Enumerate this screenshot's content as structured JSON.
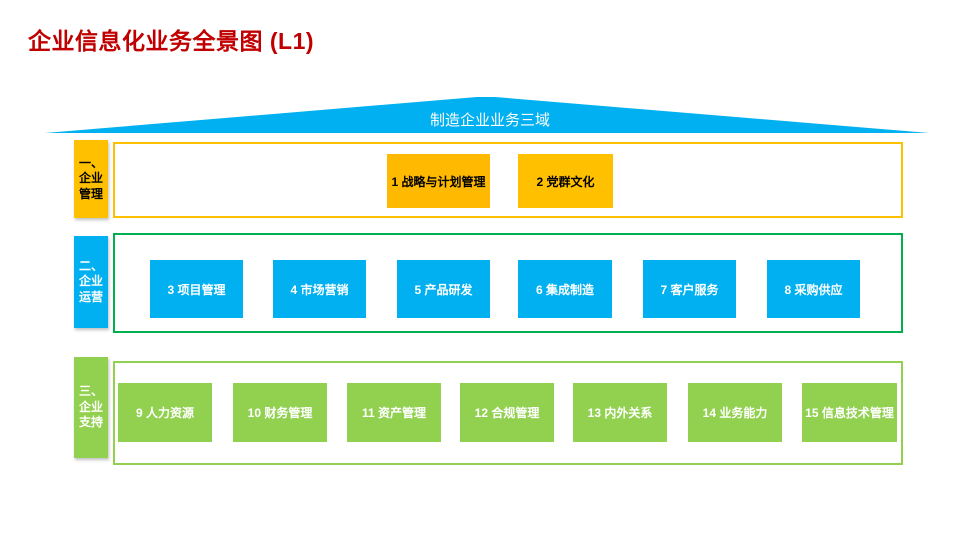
{
  "slide": {
    "title": "企业信息化业务全景图 (L1)"
  },
  "roof": {
    "label": "制造企业业务三域",
    "color": "#00B0F0"
  },
  "colors": {
    "title_red": "#C00000",
    "blue": "#00B0F0",
    "gold": "#FFC000",
    "amber": "#FFB900",
    "green": "#92D050",
    "green_border": "#00B050",
    "white": "#FFFFFF",
    "black": "#000000"
  },
  "rows": [
    {
      "name": "企业管理",
      "label_lines": [
        "一、",
        "企业",
        "管理"
      ],
      "label_bg": "#FFC000",
      "label_text_color": "#000000",
      "frame_border_color": "#FFC000",
      "boxes": [
        {
          "text": "1 战略与计划管理",
          "bg": "#FFB900",
          "text_color": "#000000"
        },
        {
          "text": "2 党群文化",
          "bg": "#FFC000",
          "text_color": "#000000"
        }
      ]
    },
    {
      "name": "企业运营",
      "label_lines": [
        "二、",
        "企业",
        "运营"
      ],
      "label_bg": "#00B0F0",
      "label_text_color": "#FFFFFF",
      "frame_border_color": "#00B050",
      "boxes": [
        {
          "text": "3 项目管理",
          "bg": "#00B0F0",
          "text_color": "#FFFFFF"
        },
        {
          "text": "4 市场营销",
          "bg": "#00B0F0",
          "text_color": "#FFFFFF"
        },
        {
          "text": "5 产品研发",
          "bg": "#00B0F0",
          "text_color": "#FFFFFF"
        },
        {
          "text": "6 集成制造",
          "bg": "#00B0F0",
          "text_color": "#FFFFFF"
        },
        {
          "text": "7 客户服务",
          "bg": "#00B0F0",
          "text_color": "#FFFFFF"
        },
        {
          "text": "8 采购供应",
          "bg": "#00B0F0",
          "text_color": "#FFFFFF"
        }
      ]
    },
    {
      "name": "企业支持",
      "label_lines": [
        "三、",
        "企业",
        "支持"
      ],
      "label_bg": "#92D050",
      "label_text_color": "#FFFFFF",
      "frame_border_color": "#92D050",
      "boxes": [
        {
          "text": "9 人力资源",
          "bg": "#92D050",
          "text_color": "#FFFFFF"
        },
        {
          "text": "10 财务管理",
          "bg": "#92D050",
          "text_color": "#FFFFFF"
        },
        {
          "text": "11 资产管理",
          "bg": "#92D050",
          "text_color": "#FFFFFF"
        },
        {
          "text": "12 合规管理",
          "bg": "#92D050",
          "text_color": "#FFFFFF"
        },
        {
          "text": "13 内外关系",
          "bg": "#92D050",
          "text_color": "#FFFFFF"
        },
        {
          "text": "14 业务能力",
          "bg": "#92D050",
          "text_color": "#FFFFFF"
        },
        {
          "text": "15 信息技术管理",
          "bg": "#92D050",
          "text_color": "#FFFFFF"
        }
      ]
    }
  ]
}
